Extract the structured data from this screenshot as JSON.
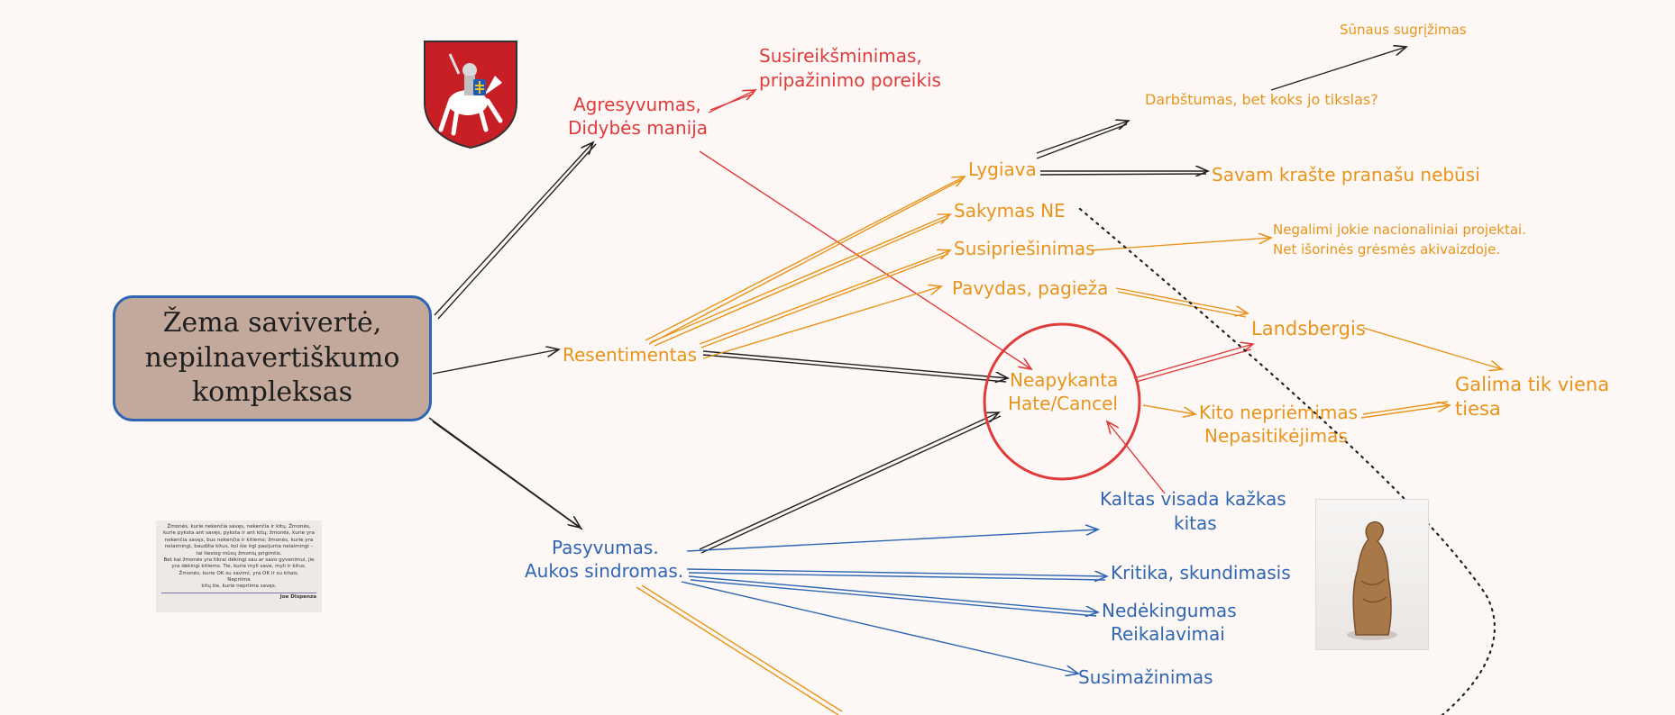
{
  "center": {
    "text": "Žema savivertė,\nnepilnavertiškumo\nkompleksas"
  },
  "nodes": {
    "agresyvumas": "Agresyvumas,",
    "didybes": "Didybės manija",
    "susireiksminimas": "Susireikšminimas,",
    "pripazinimo": "pripažinimo poreikis",
    "resentimentas": "Resentimentas",
    "pasyvumas": "Pasyvumas.",
    "aukos": "Aukos sindromas.",
    "lygiava": "Lygiava",
    "sakymas": "Sakymas NE",
    "susipriesinimas": "Susipriešinimas",
    "pavydas": "Pavydas, pagieža",
    "darbstumas": "Darbštumas, bet koks jo tikslas?",
    "sunaus": "Sūnaus sugrįžimas",
    "savam": "Savam krašte pranašu nebūsi",
    "negalimi1": "Negalimi jokie nacionaliniai projektai.",
    "negalimi2": "Net išorinės grėsmės akivaizdoje.",
    "landsbergis": "Landsbergis",
    "neapykanta": "Neapykanta",
    "hate": "Hate/Cancel",
    "kito1": "Kito nepriėmimas",
    "kito2": "Nepasitikėjimas",
    "galima1": "Galima tik viena",
    "galima2": "tiesa",
    "kaltas1": "Kaltas visada kažkas",
    "kaltas2": "kitas",
    "kritika": "Kritika, skundimasis",
    "nedekingumas": "Nedėkingumas",
    "reikalavimai": "Reikalavimai",
    "susimazinimas": "Susimažinimas"
  },
  "quote": {
    "lines": [
      "Žmonės, kurie nekenčia savęs, nekenčia ir kitų. Žmonės,",
      "kurie pyksta ant savęs, pyksta ir ant kitų; žmonės, kurie yra",
      "nekenčia savęs, bus nekenčia ir kitiems; žmonės, kurie yra",
      "nelaimingi, baudžia kitus, kol šie irgi pasijunta nelaimingi –",
      "tai tiesiog mūsų žmonių prigimtis.",
      "Bet kai žmonės yra tikrai dėkingi sau ar savo gyvenimui, jie",
      "yra dėkingi kitiems. Tie, kurie myli save, myli ir kitus.",
      "Žmonės, kurie OK su savimi, yra OK ir su kitais.",
      "Nepriima",
      "kitų tie, kurie nepriima savęs."
    ],
    "author": "Joe Dispenza"
  },
  "colors": {
    "orange": "#e8941c",
    "red": "#e03b3b",
    "blue": "#2f66b3",
    "black": "#222222",
    "box_fill": "#c2a99c"
  },
  "icons": {
    "coat_of_arms": "vytis-shield-icon",
    "statue": "wooden-statue-image"
  }
}
